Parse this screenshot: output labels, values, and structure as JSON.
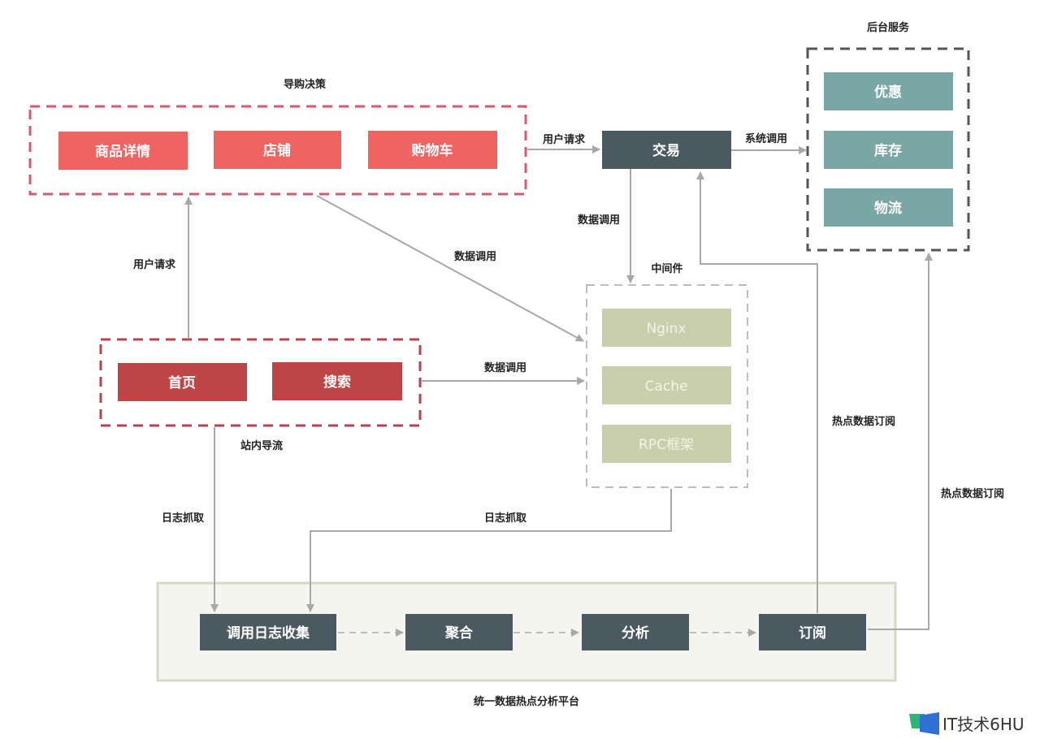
{
  "colors": {
    "red_light": "#ef6461",
    "red_dark": "#bd4545",
    "red_dashed_light": "#d9596a",
    "red_dashed_dark": "#b8434e",
    "dark_slate": "#4a5a60",
    "teal": "#7aa6a6",
    "olive": "#c9cfad",
    "olive_group_bg": "#f4f5ee",
    "olive_group_border": "#d5d9c4",
    "gray_dash": "#555555",
    "light_dash": "#bdbdbd",
    "arrow": "#a8a8a8"
  },
  "groups": {
    "shopping_decision": {
      "title": "导购决策"
    },
    "site_traffic": {
      "title": "站内导流"
    },
    "middleware": {
      "title": "中间件"
    },
    "backend_services": {
      "title": "后台服务"
    },
    "platform": {
      "title": "统一数据热点分析平台"
    }
  },
  "nodes": {
    "product_detail": "商品详情",
    "store": "店铺",
    "cart": "购物车",
    "homepage": "首页",
    "search": "搜索",
    "trade": "交易",
    "nginx": "Nginx",
    "cache": "Cache",
    "rpc": "RPC框架",
    "coupon": "优惠",
    "inventory": "库存",
    "logistics": "物流",
    "log_collect": "调用日志收集",
    "aggregate": "聚合",
    "analyze": "分析",
    "subscribe": "订阅"
  },
  "edge_labels": {
    "user_request_top": "用户请求",
    "system_call": "系统调用",
    "data_call_trade": "数据调用",
    "user_request_left": "用户请求",
    "data_call_diag": "数据调用",
    "data_call_mid": "数据调用",
    "log_capture_left": "日志抓取",
    "log_capture_mid": "日志抓取",
    "hot_sub_trade": "热点数据订阅",
    "hot_sub_backend": "热点数据订阅"
  },
  "watermark": {
    "text": "IT技术6HU"
  }
}
